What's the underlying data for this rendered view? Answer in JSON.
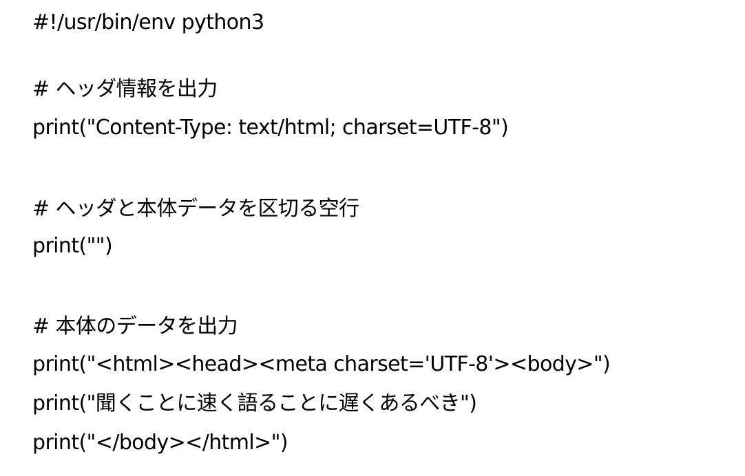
{
  "lines": [
    "#!/usr/bin/env python3",
    "# ヘッダ情報を出力",
    "print(\"Content-Type: text/html; charset=UTF-8\")",
    "# ヘッダと本体データを区切る空行",
    "print(\"\")",
    "# 本体のデータを出力",
    "print(\"<html><head><meta charset='UTF-8'><body>\")",
    "print(\"聞くことに速く語ることに遅くあるべき\")",
    "print(\"</body></html>\")"
  ]
}
